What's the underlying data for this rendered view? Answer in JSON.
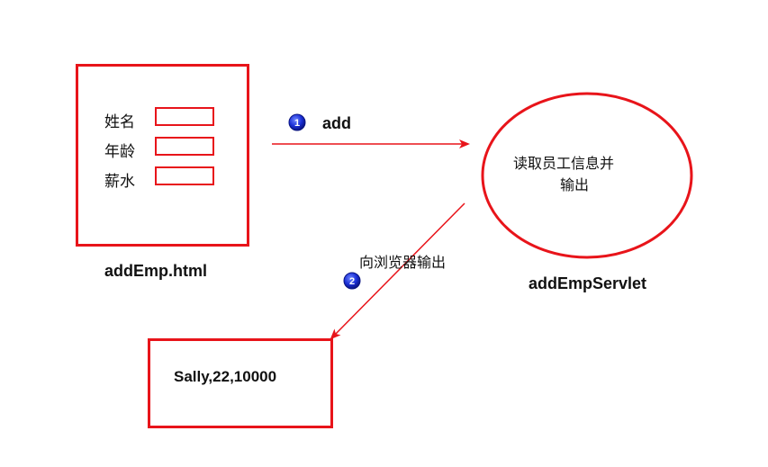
{
  "form": {
    "fields": [
      {
        "label": "姓名"
      },
      {
        "label": "年龄"
      },
      {
        "label": "薪水"
      }
    ],
    "caption": "addEmp.html"
  },
  "step1": {
    "badge": "1",
    "label": "add"
  },
  "servlet": {
    "line1": "读取员工信息并",
    "line2": "输出",
    "caption": "addEmpServlet"
  },
  "step2": {
    "badge": "2",
    "label": "向浏览器输出"
  },
  "output": {
    "text": "Sally,22,10000"
  },
  "colors": {
    "accent": "#e8141a",
    "badge": "#1122cc"
  }
}
